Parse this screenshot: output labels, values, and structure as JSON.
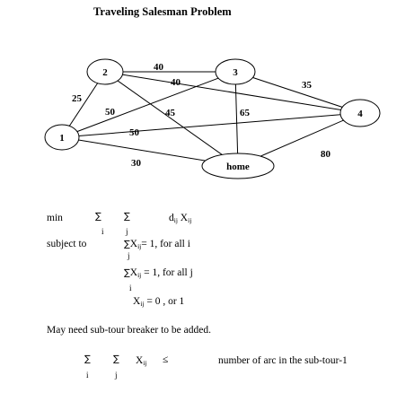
{
  "title": "Traveling Salesman Problem",
  "graph": {
    "nodes": [
      {
        "id": "1",
        "label": "1"
      },
      {
        "id": "2",
        "label": "2"
      },
      {
        "id": "3",
        "label": "3"
      },
      {
        "id": "4",
        "label": "4"
      },
      {
        "id": "home",
        "label": "home"
      }
    ],
    "edges": [
      {
        "from": "1",
        "to": "2",
        "weight": "25"
      },
      {
        "from": "2",
        "to": "3",
        "weight": "40"
      },
      {
        "from": "2",
        "to": "4",
        "weight": "40"
      },
      {
        "from": "2",
        "to": "home",
        "weight": "45"
      },
      {
        "from": "1",
        "to": "3",
        "weight": "50"
      },
      {
        "from": "1",
        "to": "4",
        "weight": "50"
      },
      {
        "from": "1",
        "to": "home",
        "weight": "30"
      },
      {
        "from": "3",
        "to": "4",
        "weight": "35"
      },
      {
        "from": "3",
        "to": "home",
        "weight": "65"
      },
      {
        "from": "4",
        "to": "home",
        "weight": "80"
      }
    ]
  },
  "formulation": {
    "min_label": "min",
    "sum_symbol": "∑",
    "index_i": "i",
    "index_j": "j",
    "dist_base": "d",
    "dist_sub": "ij",
    "var_base": "X",
    "var_sub": "ij",
    "subject_to": "subject to",
    "c1_tail": "= 1, for all i",
    "c2_tail": " = 1, for all j",
    "c3_tail": " = 0 , or 1",
    "note": "May need sub-tour breaker to be added.",
    "leq_symbol": "≤",
    "rhs": "number of arc in the sub-tour-1"
  }
}
